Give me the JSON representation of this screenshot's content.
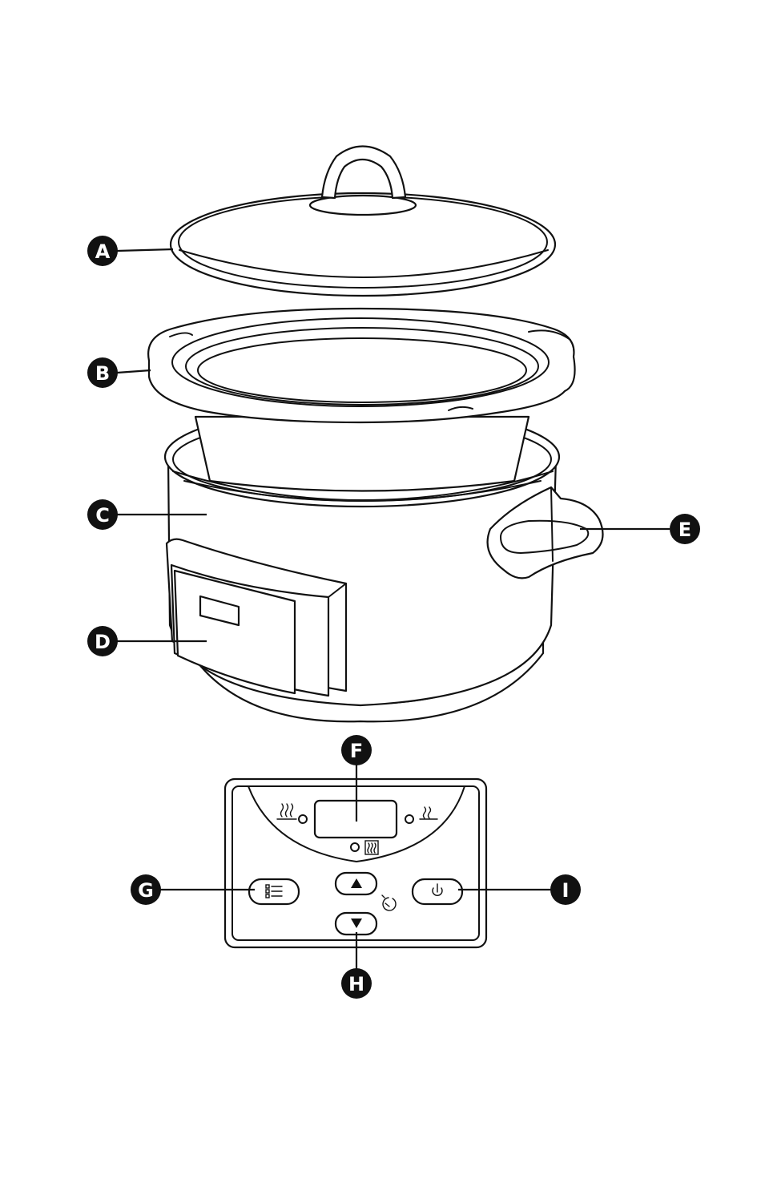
{
  "callouts": {
    "A": "A",
    "B": "B",
    "C": "C",
    "D": "D",
    "E": "E",
    "F": "F",
    "G": "G",
    "H": "H",
    "I": "I"
  },
  "icons": {
    "menu_button": "menu-list-icon",
    "up_button": "up-arrow-icon",
    "down_button": "down-arrow-icon",
    "power_button": "power-icon",
    "timer": "timer-icon",
    "high_heat": "high-heat-icon",
    "low_heat": "low-heat-icon",
    "warm": "warm-icon"
  },
  "colors": {
    "line": "#111111",
    "callout_fill": "#111111",
    "callout_text": "#ffffff",
    "background": "#ffffff"
  }
}
